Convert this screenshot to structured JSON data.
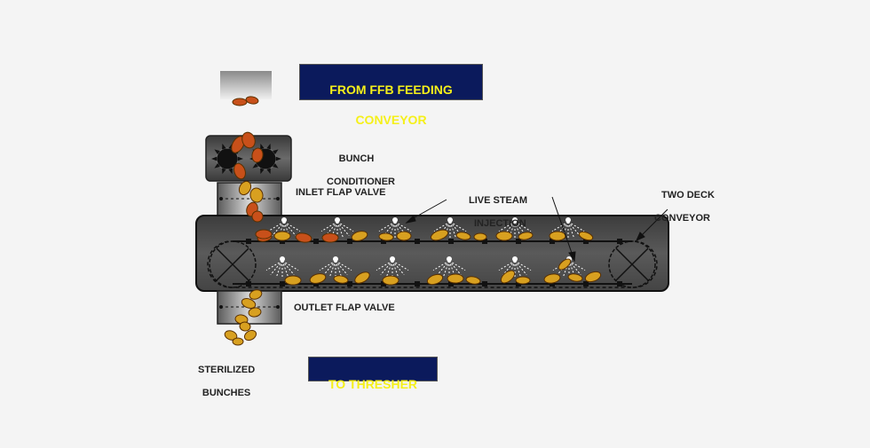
{
  "header_box": {
    "line1": "FROM FFB FEEDING",
    "line2": "CONVEYOR"
  },
  "footer_box": {
    "text": "TO THRESHER"
  },
  "labels": {
    "bunch_conditioner": {
      "line1": "BUNCH",
      "line2": "CONDITIONER"
    },
    "inlet_valve": "INLET FLAP VALVE",
    "steam": {
      "line1": "LIVE STEAM",
      "line2": "INJECTION"
    },
    "conveyor": {
      "line1": "TWO DECK",
      "line2": "CONVEYOR"
    },
    "outlet_valve": "OUTLET FLAP VALVE",
    "sterilized": {
      "line1": "STERILIZED",
      "line2": "BUNCHES"
    }
  },
  "colors": {
    "vessel": "#4a4a4a",
    "box_fill": "#0b1a5c",
    "box_text": "#f5f01a",
    "bunch_yellow": "#d8a020",
    "bunch_orange": "#c8501a"
  }
}
